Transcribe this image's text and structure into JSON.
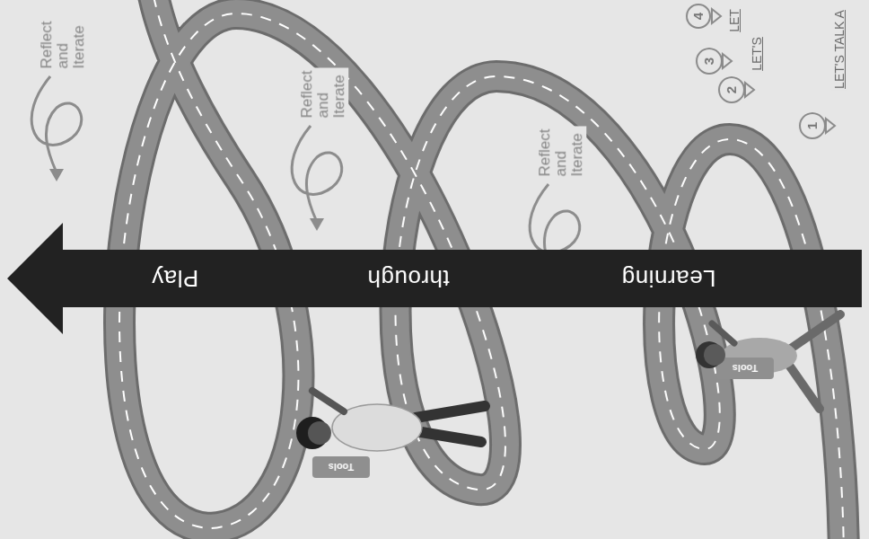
{
  "diagram": {
    "nodes": [
      {
        "text": [
          "Learning",
          "through",
          "Play"
        ]
      }
    ],
    "labels": [
      "Reflect and Iterate",
      "Reflect and Iterate",
      "Reflect and Iterate",
      "Tools",
      "Tools",
      "1",
      "LET'S TALK A",
      "2",
      "LET'S",
      "3",
      "LET",
      "4"
    ]
  }
}
